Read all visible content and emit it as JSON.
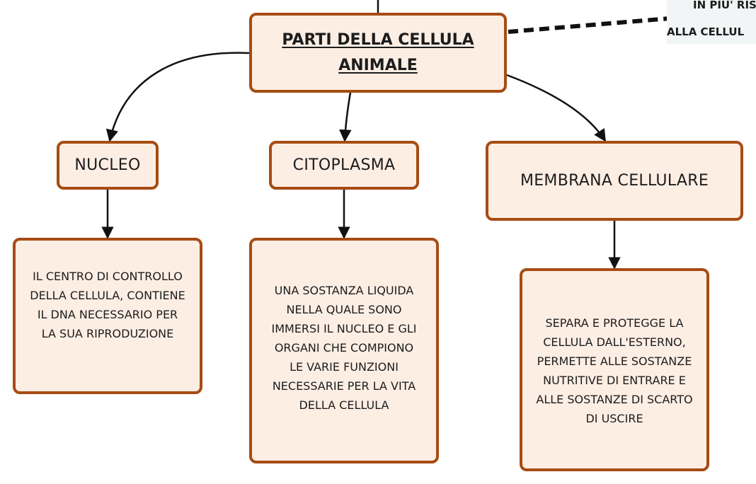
{
  "root": {
    "line1": "PARTI DELLA CELLULA",
    "line2": "ANIMALE"
  },
  "side_note": {
    "line1": "IN PIU' RIS",
    "line2": "ALLA CELLUL"
  },
  "branches": [
    {
      "label": "NUCLEO",
      "description": [
        "IL CENTRO DI CONTROLLO",
        "DELLA CELLULA, CONTIENE",
        "IL DNA NECESSARIO PER",
        "LA SUA RIPRODUZIONE"
      ]
    },
    {
      "label": "CITOPLASMA",
      "description": [
        "UNA SOSTANZA LIQUIDA",
        "NELLA QUALE SONO",
        "IMMERSI IL NUCLEO E GLI",
        "ORGANI CHE COMPIONO",
        "LE VARIE FUNZIONI",
        "NECESSARIE PER LA VITA",
        "DELLA CELLULA"
      ]
    },
    {
      "label": "MEMBRANA CELLULARE",
      "description": [
        "SEPARA E PROTEGGE LA",
        "CELLULA DALL'ESTERNO,",
        "PERMETTE ALLE SOSTANZE",
        "NUTRITIVE DI ENTRARE E",
        "ALLE SOSTANZE DI SCARTO",
        "DI USCIRE"
      ]
    }
  ],
  "colors": {
    "node_fill": "#fdeee4",
    "node_border": "#a64c14",
    "connector": "#111111"
  }
}
